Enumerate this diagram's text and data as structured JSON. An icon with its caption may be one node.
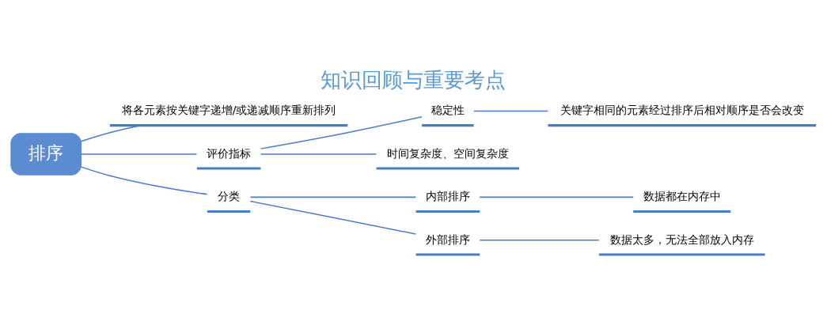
{
  "diagram": {
    "title": "知识回顾与重要考点",
    "nodes": [
      {
        "text": [
          "排序"
        ]
      },
      {
        "text": [
          "将各元素按关键字递增/或递减顺序重新排列"
        ]
      },
      {
        "text": [
          "评价指标"
        ]
      },
      {
        "text": [
          "稳定性"
        ]
      },
      {
        "text": [
          "关键字相同的元素经过排序后相对顺序是否会改变"
        ]
      },
      {
        "text": [
          "时间复杂度、空间复杂度"
        ]
      },
      {
        "text": [
          "分类"
        ]
      },
      {
        "text": [
          "内部排序"
        ]
      },
      {
        "text": [
          "数据都在内存中"
        ]
      },
      {
        "text": [
          "外部排序"
        ]
      },
      {
        "text": [
          "数据太多，无法全部放入内存"
        ]
      }
    ],
    "edges": [
      {
        "from": 0,
        "to": 1,
        "arrow": "none"
      },
      {
        "from": 0,
        "to": 2,
        "arrow": "none"
      },
      {
        "from": 0,
        "to": 6,
        "arrow": "none"
      },
      {
        "from": 2,
        "to": 3,
        "arrow": "none"
      },
      {
        "from": 2,
        "to": 5,
        "arrow": "none"
      },
      {
        "from": 3,
        "to": 4,
        "arrow": "none"
      },
      {
        "from": 6,
        "to": 7,
        "arrow": "none"
      },
      {
        "from": 6,
        "to": 9,
        "arrow": "none"
      },
      {
        "from": 7,
        "to": 8,
        "arrow": "none"
      },
      {
        "from": 9,
        "to": 10,
        "arrow": "none"
      }
    ]
  }
}
